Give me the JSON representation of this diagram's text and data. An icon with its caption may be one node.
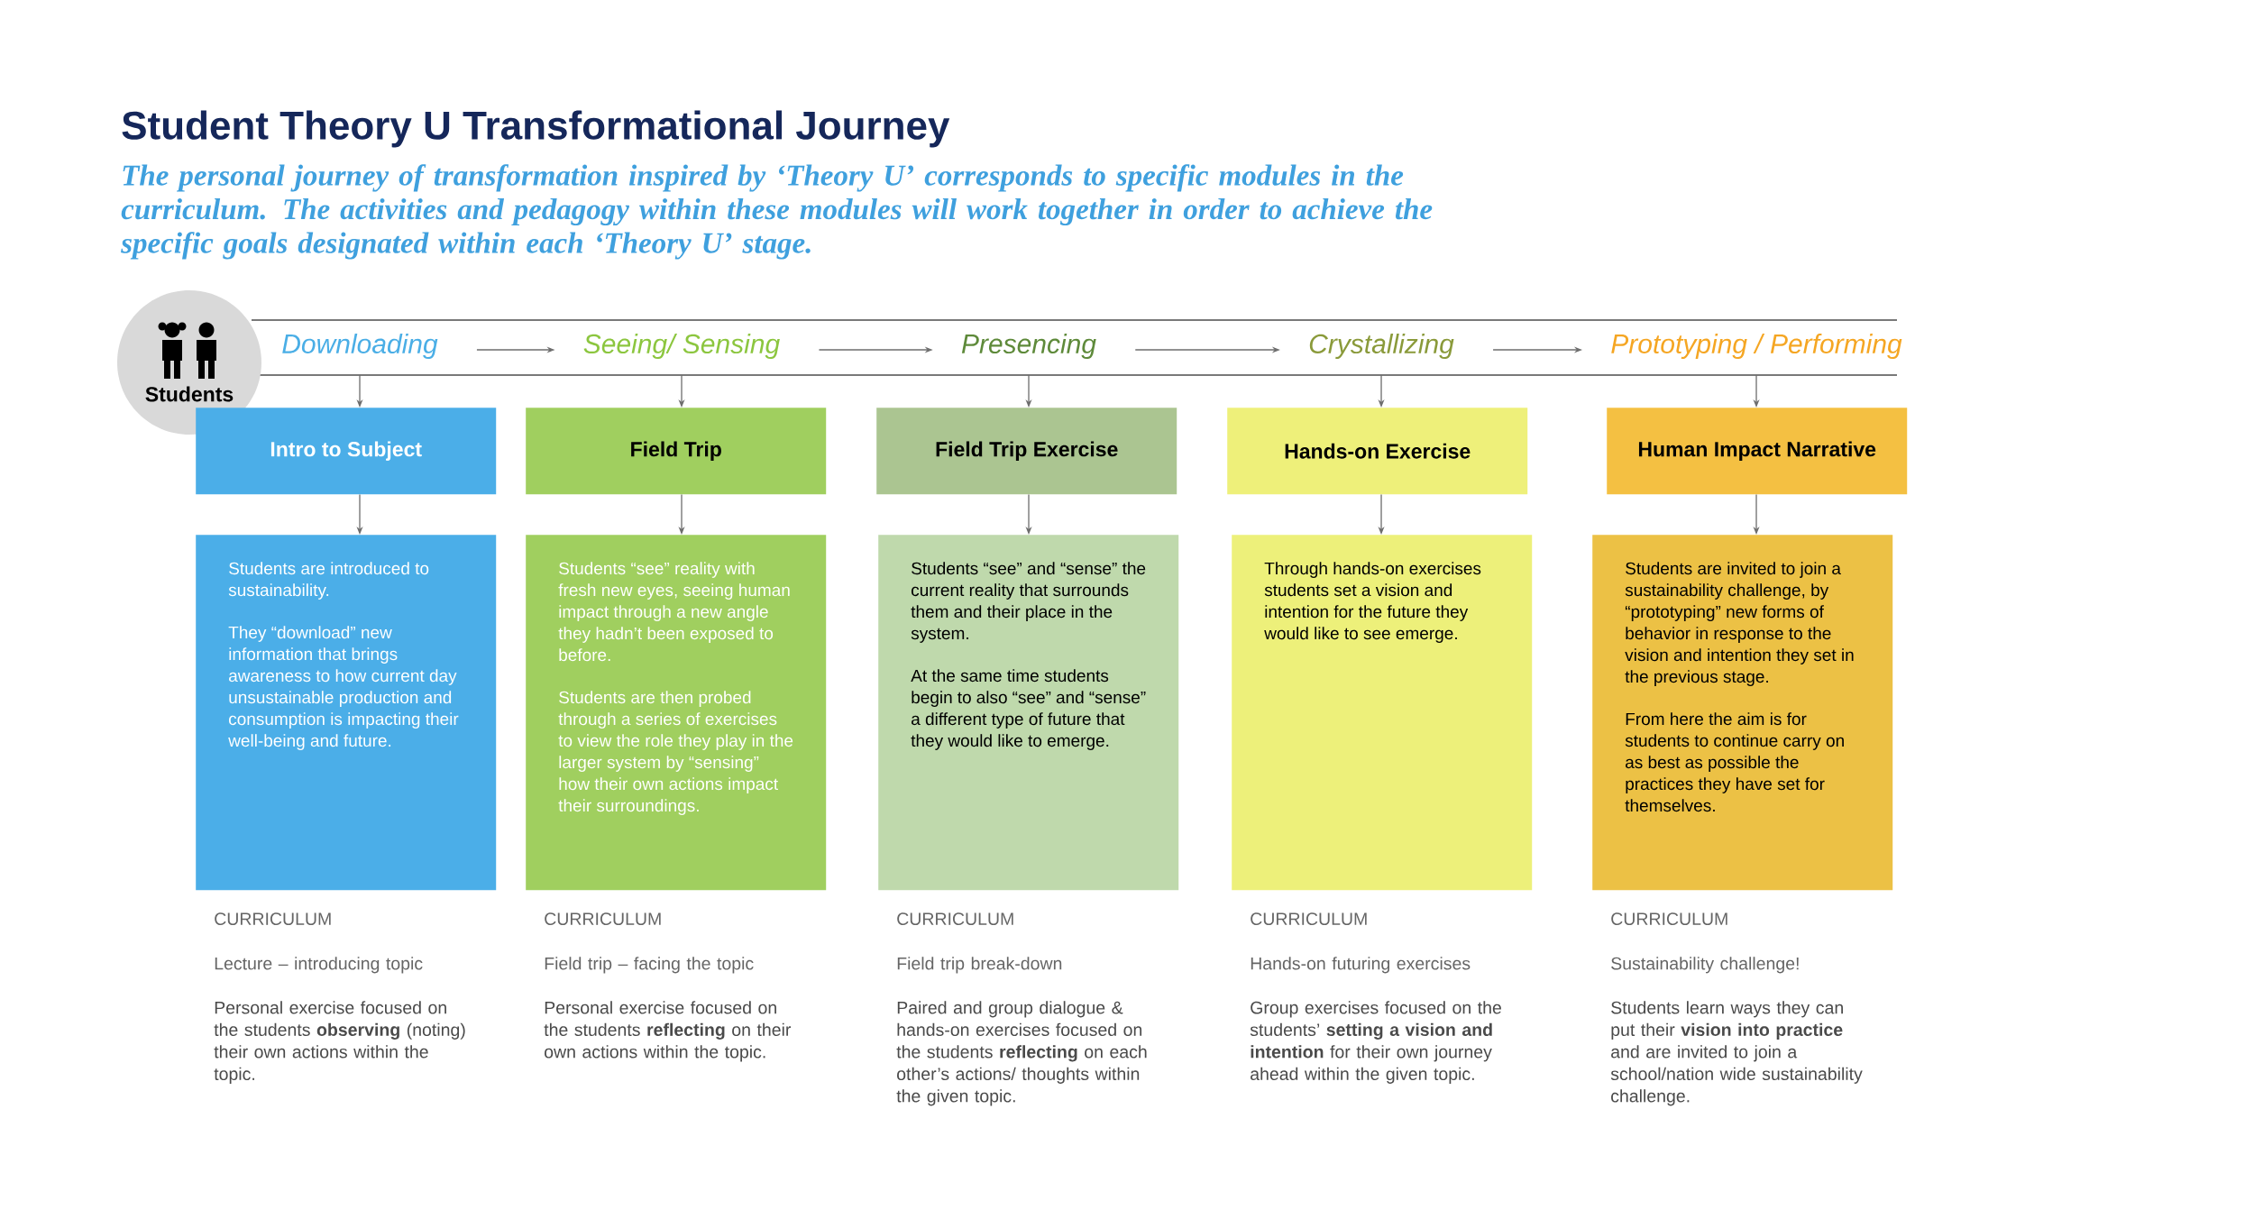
{
  "diagram": {
    "title": "Student Theory U Transformational Journey",
    "labels": [
      "The personal journey of transformation inspired by ‘Theory U’ corresponds to specific modules in the curriculum. The activities and pedagogy within these modules will work together in order to achieve the specific goals designated within each ‘Theory U’ stage."
    ],
    "nodes": [
      {
        "text": [
          "Students"
        ]
      },
      {
        "text": [
          "Downloading"
        ]
      },
      {
        "text": [
          "Seeing/ Sensing"
        ]
      },
      {
        "text": [
          "Presencing"
        ]
      },
      {
        "text": [
          "Crystallizing"
        ]
      },
      {
        "text": [
          "Prototyping / Performing"
        ]
      },
      {
        "text": [
          "Intro to Subject"
        ]
      },
      {
        "text": [
          "Field Trip"
        ]
      },
      {
        "text": [
          "Field Trip Exercise"
        ]
      },
      {
        "text": [
          "Hands-on Exercise"
        ]
      },
      {
        "text": [
          "Human Impact Narrative"
        ]
      },
      {
        "text": [
          "Students are introduced to sustainability.",
          "They “download” new information that brings awareness to how current day unsustainable production and consumption is impacting their well-being and future."
        ],
        "beside": [
          "CURRICULUM",
          "Lecture – introducing topic",
          "Personal exercise focused on the students **observing** (noting) their own actions within the topic."
        ]
      },
      {
        "text": [
          "Students “see” reality with fresh new eyes, seeing human impact through a new angle they hadn’t been exposed to before.",
          "Students are then probed through a series of exercises to view the role they play in the larger system by “sensing” how their own actions impact their surroundings."
        ],
        "beside": [
          "CURRICULUM",
          "Field trip – facing the topic",
          "Personal exercise focused on the students **reflecting** on their own actions within the topic."
        ]
      },
      {
        "text": [
          "Students “see” and “sense” the current reality that surrounds them and their place in the system.",
          "At the same time students begin to also “see” and “sense” a different type of future that they would like to emerge."
        ],
        "beside": [
          "CURRICULUM",
          "Field trip break-down",
          "Paired and group dialogue & hands-on exercises focused on the students **reflecting** on each other’s actions/ thoughts within the given topic."
        ]
      },
      {
        "text": [
          "Through hands-on exercises students set a vision and intention for the future they would like to see emerge."
        ],
        "beside": [
          "CURRICULUM",
          "Hands-on futuring exercises",
          "Group exercises focused on the students’ **setting a vision and intention** for their own journey ahead within the given topic."
        ]
      },
      {
        "text": [
          "Students are invited to join a sustainability challenge, by “prototyping” new forms of behavior in response to the vision and intention they set in the previous stage.",
          "From here the aim is for students to continue carry on as best as possible the practices they have set for themselves."
        ],
        "beside": [
          "CURRICULUM",
          "Sustainability challenge!",
          "Students learn ways they can put their **vision into practice** and are invited to join a school/nation wide sustainability challenge."
        ]
      }
    ],
    "edges": [
      {
        "from": 1,
        "to": 2,
        "arrow": "to"
      },
      {
        "from": 2,
        "to": 3,
        "arrow": "to"
      },
      {
        "from": 3,
        "to": 4,
        "arrow": "to"
      },
      {
        "from": 4,
        "to": 5,
        "arrow": "to"
      },
      {
        "from": 1,
        "to": 6,
        "arrow": "to"
      },
      {
        "from": 2,
        "to": 7,
        "arrow": "to"
      },
      {
        "from": 3,
        "to": 8,
        "arrow": "to"
      },
      {
        "from": 4,
        "to": 9,
        "arrow": "to"
      },
      {
        "from": 5,
        "to": 10,
        "arrow": "to"
      },
      {
        "from": 6,
        "to": 11,
        "arrow": "to"
      },
      {
        "from": 7,
        "to": 12,
        "arrow": "to"
      },
      {
        "from": 8,
        "to": 13,
        "arrow": "to"
      },
      {
        "from": 9,
        "to": 14,
        "arrow": "to"
      },
      {
        "from": 10,
        "to": 15,
        "arrow": "to"
      }
    ]
  }
}
